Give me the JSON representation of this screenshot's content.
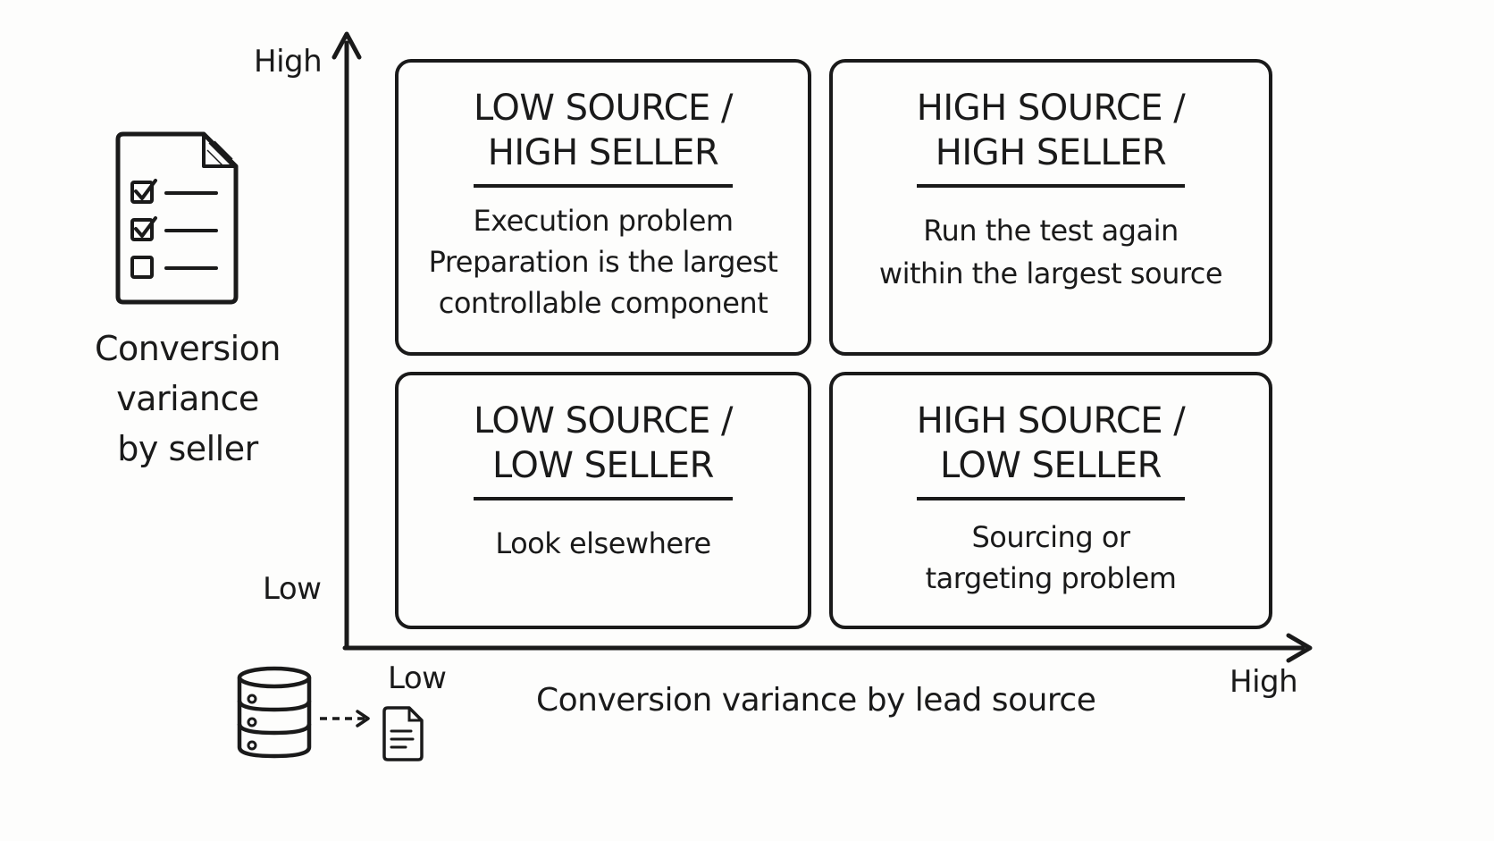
{
  "y_axis": {
    "title_lines": [
      "Conversion",
      "variance",
      "by seller"
    ],
    "high_label": "High",
    "low_label": "Low"
  },
  "x_axis": {
    "title": "Conversion variance by lead source",
    "low_label": "Low",
    "high_label": "High"
  },
  "quadrants": {
    "top_left": {
      "title_lines": [
        "LOW SOURCE /",
        "HIGH SELLER"
      ],
      "body_lines": [
        "Execution problem",
        "Preparation is the largest",
        "controllable component"
      ]
    },
    "top_right": {
      "title_lines": [
        "HIGH SOURCE /",
        "HIGH SELLER"
      ],
      "body_lines": [
        "Run the test again",
        "within the largest source"
      ]
    },
    "bottom_left": {
      "title_lines": [
        "LOW SOURCE /",
        "LOW SELLER"
      ],
      "body_lines": [
        "Look elsewhere"
      ]
    },
    "bottom_right": {
      "title_lines": [
        "HIGH SOURCE /",
        "LOW SELLER"
      ],
      "body_lines": [
        "Sourcing or",
        "targeting problem"
      ]
    }
  },
  "icons": {
    "checklist": "checklist-document-icon",
    "database": "database-icon",
    "arrow": "dashed-arrow-icon",
    "document": "document-icon"
  }
}
